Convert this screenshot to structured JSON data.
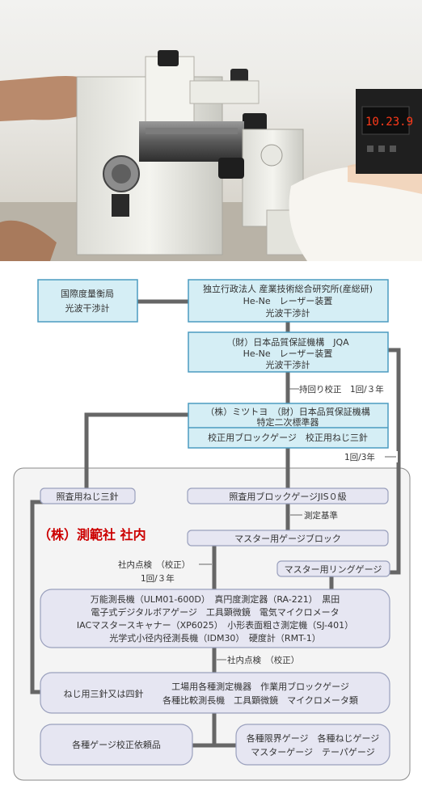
{
  "photo": {
    "display_text": "10.23.9"
  },
  "company_label": "（株）測範社 社内",
  "boxes": {
    "nmij": [
      "国際度量衡局",
      "光波干渉計"
    ],
    "aist": [
      "独立行政法人 産業技術総合研究所(産総研)",
      "He-Ne　レーザー装置",
      "光波干渉計"
    ],
    "jqa": [
      "（財）日本品質保証機構　JQA",
      "He-Ne　レーザー装置",
      "光波干渉計"
    ],
    "mitutoyo": [
      "（株）ミツトヨ　（財）日本品質保証機構",
      "特定二次標準器"
    ],
    "mitutoyo_sub": "校正用ブロックゲージ　校正用ねじ三針",
    "check_wire": "照査用ねじ三針",
    "check_block": "照査用ブロックゲージJIS０級",
    "master_block": "マスター用ゲージブロック",
    "master_ring": "マスター用リングゲージ",
    "instruments": [
      "万能測長機（ULM01-600D）　真円度測定器（RA-221）　黒田",
      "電子式デジタルボアゲージ　工具顕微鏡　電気マイクロメータ",
      "IACマスタースキャナー（XP6025）　小形表面粗さ測定機（SJ-401）",
      "光学式小径内径測長機（IDM30）　硬度計（RMT-1）"
    ],
    "wire_4": "ねじ用三針又は四針",
    "factory": [
      "工場用各種測定機器　作業用ブロックゲージ",
      "各種比較測長機　工具顕微鏡　マイクロメータ類"
    ],
    "client": "各種ゲージ校正依頼品",
    "gauges": [
      "各種限界ゲージ　各種ねじゲージ",
      "マスターゲージ　テーパゲージ"
    ]
  },
  "annotations": {
    "circulation": "持回り校正　1回/３年",
    "once3": "1回/3年",
    "measure_ref": "測定基準",
    "internal_check_1": "社内点検　（校正）",
    "internal_check_2": "1回/３年",
    "internal_check_3": "社内点検　（校正）"
  },
  "colors": {
    "box_fill": "#d5eef5",
    "box_border": "#4c9cc0",
    "inner_fill": "#e6e6f2",
    "inner_border": "#9aa0bd",
    "line": "#666666",
    "company": "#cc0000"
  }
}
